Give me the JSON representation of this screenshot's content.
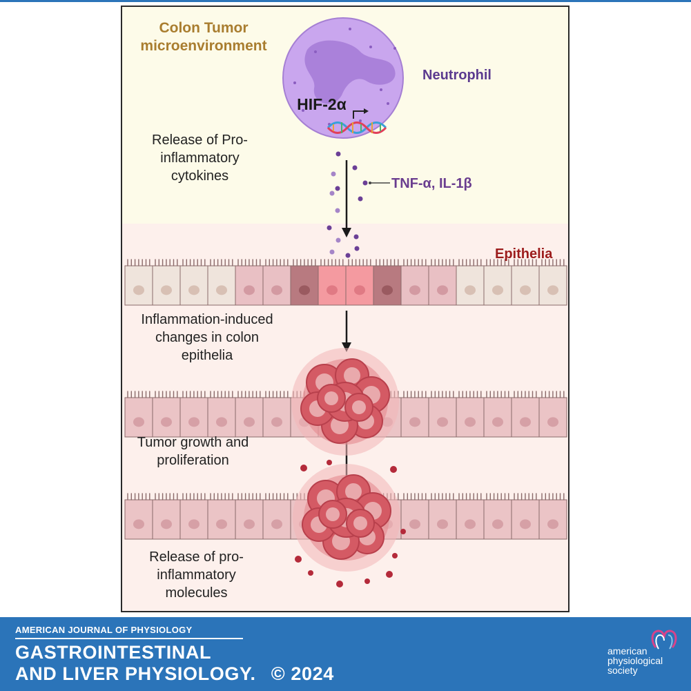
{
  "diagram": {
    "title": "Colon Tumor microenvironment",
    "neutrophil_label": "Neutrophil",
    "gene_label": "HIF-2α",
    "cytokine_label": "TNF-α, IL-1β",
    "epithelia_label": "Epithelia",
    "steps": {
      "release_cytokines": "Release of Pro-inflammatory cytokines",
      "inflammation_changes": "Inflammation-induced changes in colon epithelia",
      "tumor_growth": "Tumor growth and proliferation",
      "release_molecules": "Release of pro-inflammatory molecules"
    }
  },
  "footer": {
    "journal_series": "AMERICAN JOURNAL OF PHYSIOLOGY",
    "journal_line1": "GASTROINTESTINAL",
    "journal_line2": "AND LIVER PHYSIOLOGY.",
    "copyright": "© 2024",
    "publisher": "american physiological society"
  },
  "colors": {
    "brand_blue": "#2b74b9",
    "neutrophil": "#b48de0",
    "tumor": "#c24a55",
    "epithelia_label": "#9c1c1c"
  }
}
